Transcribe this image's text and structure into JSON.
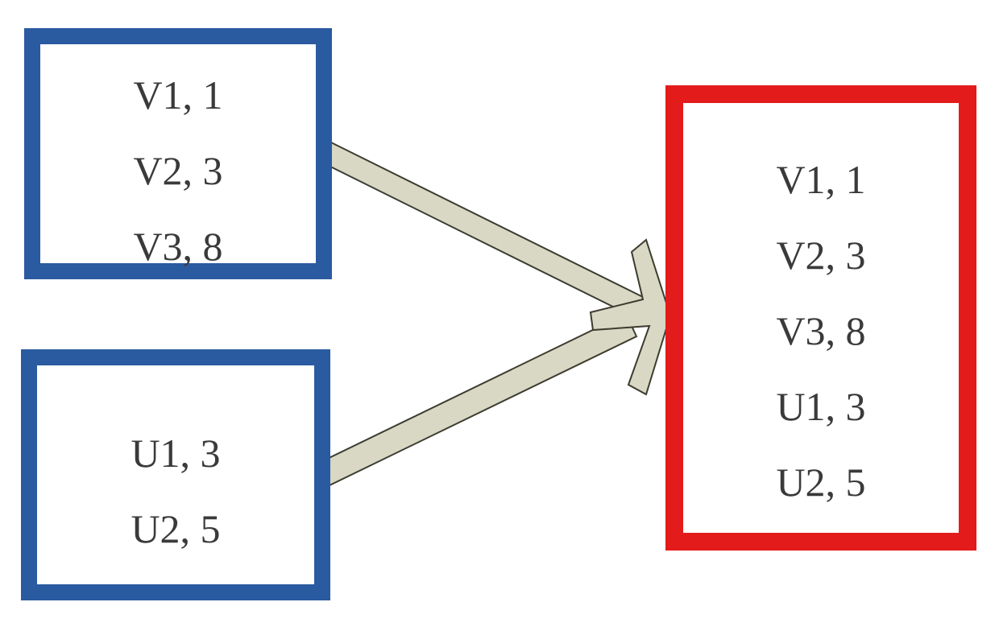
{
  "diagram": {
    "source_top": {
      "entries": [
        "V1, 1",
        "V2, 3",
        "V3, 8"
      ]
    },
    "source_bottom": {
      "entries": [
        "U1, 3",
        "U2, 5"
      ]
    },
    "target": {
      "entries": [
        "V1, 1",
        "V2, 3",
        "V3, 8",
        "U1, 3",
        "U2, 5"
      ]
    },
    "colors": {
      "source_border": "#2a5aa0",
      "target_border": "#e31b1b",
      "arrow_fill": "#d8d8c4",
      "arrow_stroke": "#3c3c30",
      "text": "#3a3a3a"
    },
    "icons": {
      "merge_arrows": "merge-arrow-icon"
    }
  }
}
